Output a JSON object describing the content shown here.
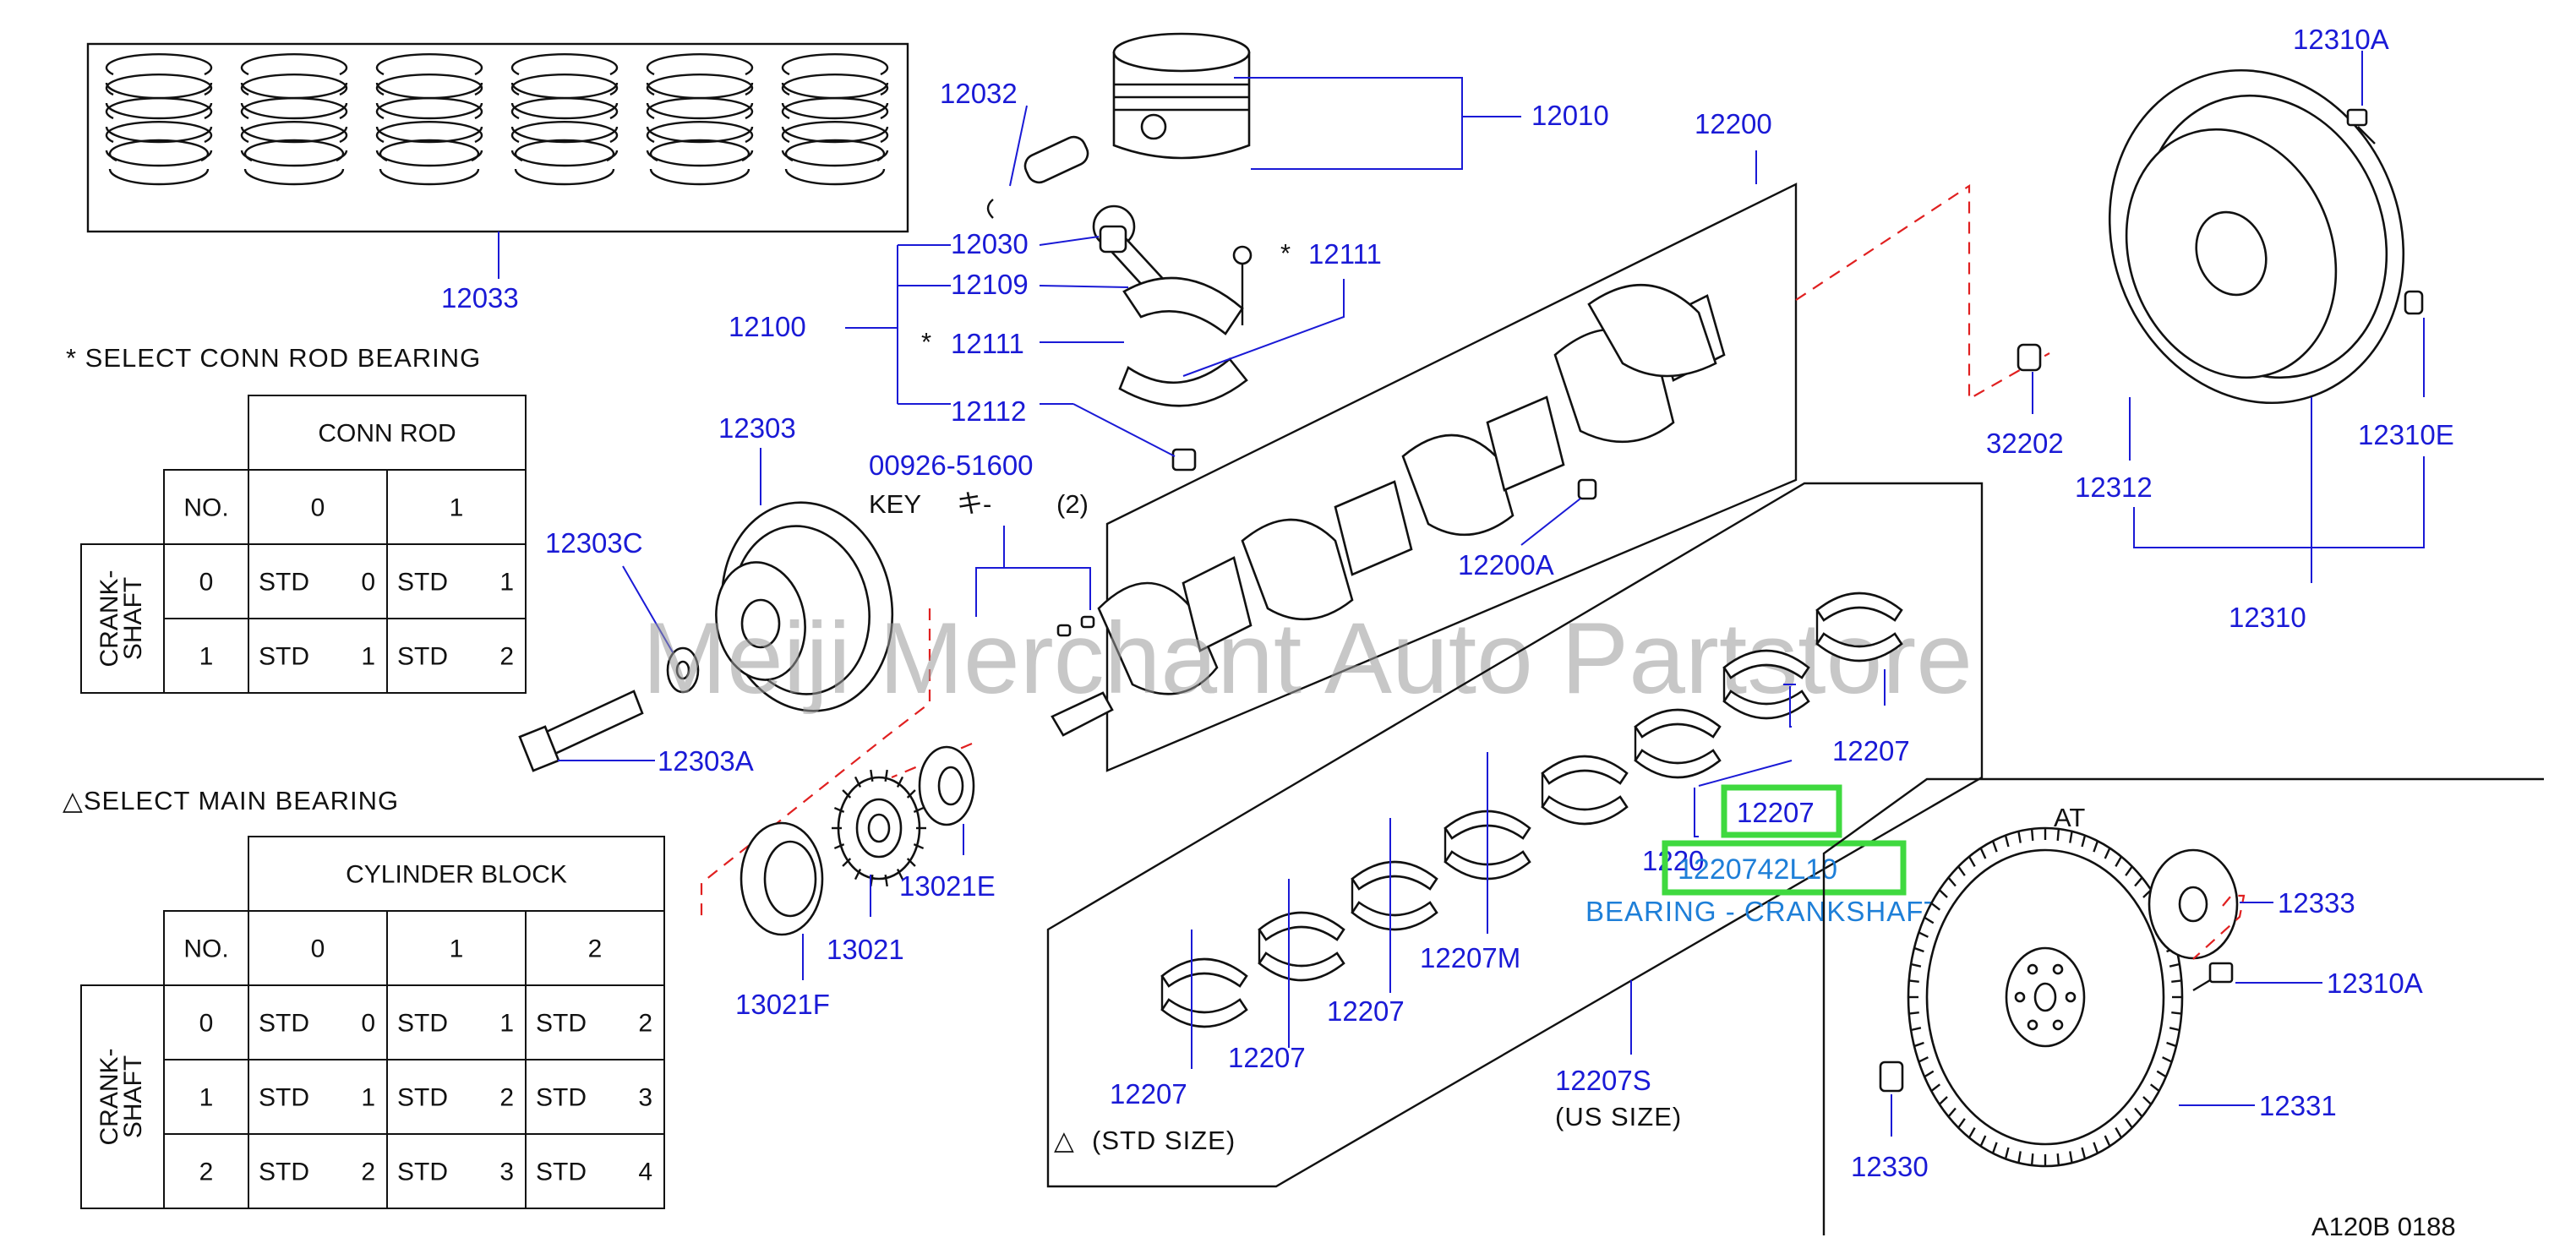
{
  "labels": {
    "p12033": "12033",
    "p12032": "12032",
    "p12010": "12010",
    "p12200": "12200",
    "p12310A_top": "12310A",
    "p12030": "12030",
    "p12109": "12109",
    "p12111_a": "12111",
    "p12111_b": "12111",
    "p12100": "12100",
    "p12112": "12112",
    "p12303": "12303",
    "p00926": "00926-51600",
    "key_text": "KEY",
    "key_kana": "キ-",
    "key_qty": "(2)",
    "p12303C": "12303C",
    "p12200A": "12200A",
    "p32202": "32202",
    "p12312": "12312",
    "p12310E": "12310E",
    "p12310": "12310",
    "p12303A": "12303A",
    "p12207_a": "12207",
    "p12207_box": "12207",
    "p12207_partial": "1220",
    "p13021E": "13021E",
    "p13021": "13021",
    "p13021F": "13021F",
    "p12207M": "12207M",
    "p12207_b": "12207",
    "p12207_c": "12207",
    "p12207_d": "12207",
    "p12207S": "12207S",
    "us_size": "(US  SIZE)",
    "std_size": "(STD  SIZE)",
    "at": "AT",
    "p12333": "12333",
    "p12310A_bot": "12310A",
    "p12331": "12331",
    "p12330": "12330",
    "footer_code": "A120B  0188",
    "asterisk_1": "*",
    "asterisk_2": "*",
    "asterisk_3": "*",
    "triangle": "△"
  },
  "highlight": {
    "part_number": "1220742L10",
    "description": "BEARING - CRANKSHAFT"
  },
  "watermark": "Meiji Merchant Auto Partstore",
  "conn_rod_table": {
    "note": "*  SELECT   CONN   ROD   BEARING",
    "group_header": "CONN    ROD",
    "no_label": "NO.",
    "col_headers": [
      "0",
      "1"
    ],
    "row_header": "CRANK-SHAFT",
    "rows": [
      {
        "no": "0",
        "cells": [
          [
            "STD",
            "0"
          ],
          [
            "STD",
            "1"
          ]
        ]
      },
      {
        "no": "1",
        "cells": [
          [
            "STD",
            "1"
          ],
          [
            "STD",
            "2"
          ]
        ]
      }
    ]
  },
  "main_table": {
    "note": "△SELECT   MAIN   BEARING",
    "group_header": "CYLINDER   BLOCK",
    "no_label": "NO.",
    "col_headers": [
      "0",
      "1",
      "2"
    ],
    "row_header": "CRANK-SHAFT",
    "rows": [
      {
        "no": "0",
        "cells": [
          [
            "STD",
            "0"
          ],
          [
            "STD",
            "1"
          ],
          [
            "STD",
            "2"
          ]
        ]
      },
      {
        "no": "1",
        "cells": [
          [
            "STD",
            "1"
          ],
          [
            "STD",
            "2"
          ],
          [
            "STD",
            "3"
          ]
        ]
      },
      {
        "no": "2",
        "cells": [
          [
            "STD",
            "2"
          ],
          [
            "STD",
            "3"
          ],
          [
            "STD",
            "4"
          ]
        ]
      }
    ]
  },
  "colors": {
    "label_blue": "#1a1ad6",
    "highlight_green": "#3fd93f",
    "highlight_text": "#1e7fd8",
    "dash_red": "#e02020"
  }
}
